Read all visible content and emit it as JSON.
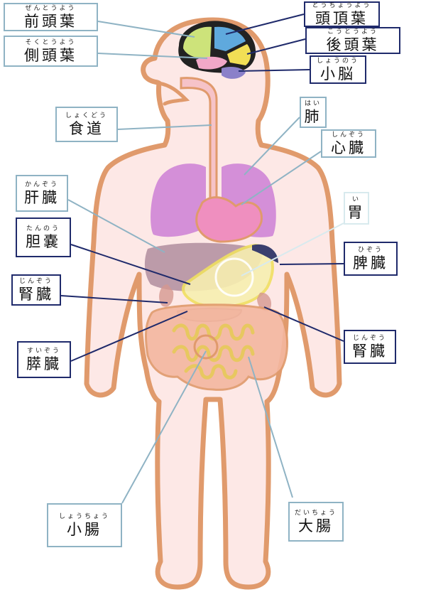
{
  "labels": {
    "zentouyou": {
      "ruby": "ぜんとうよう",
      "kanji": "前頭葉"
    },
    "sokutouyou": {
      "ruby": "そくとうよう",
      "kanji": "側頭葉"
    },
    "touchouyou": {
      "ruby": "とうちょうよう",
      "kanji": "頭頂葉"
    },
    "koutouyou": {
      "ruby": "こうとうよう",
      "kanji": "後頭葉"
    },
    "shounou": {
      "ruby": "しょうのう",
      "kanji": "小脳"
    },
    "shokudou": {
      "ruby": "しょくどう",
      "kanji": "食道"
    },
    "hai": {
      "ruby": "はい",
      "kanji": "肺"
    },
    "shinzou": {
      "ruby": "しんぞう",
      "kanji": "心臓"
    },
    "kanzou": {
      "ruby": "かんぞう",
      "kanji": "肝臓"
    },
    "i": {
      "ruby": "い",
      "kanji": "胃"
    },
    "tannou": {
      "ruby": "たんのう",
      "kanji": "胆嚢"
    },
    "hizou": {
      "ruby": "ひぞう",
      "kanji": "脾臓"
    },
    "jinzou_left": {
      "ruby": "じんぞう",
      "kanji": "腎臓"
    },
    "jinzou_right": {
      "ruby": "じんぞう",
      "kanji": "腎臓"
    },
    "suizou": {
      "ruby": "すいぞう",
      "kanji": "膵臓"
    },
    "shouchou": {
      "ruby": "しょうちょう",
      "kanji": "小腸"
    },
    "daichou": {
      "ruby": "だいちょう",
      "kanji": "大腸"
    }
  },
  "colors": {
    "outline": "#e09a6c",
    "skin": "#fde8e6",
    "esophagus": "#f6c3c8",
    "lungs": "#d48fd8",
    "heart": "#ef8fbf",
    "liver": "#b08d9e",
    "stomach": "#f7efb0",
    "intestine": "#f4b7a0",
    "leader_light": "#8fb3c4",
    "leader_dark": "#1f2a6b"
  }
}
